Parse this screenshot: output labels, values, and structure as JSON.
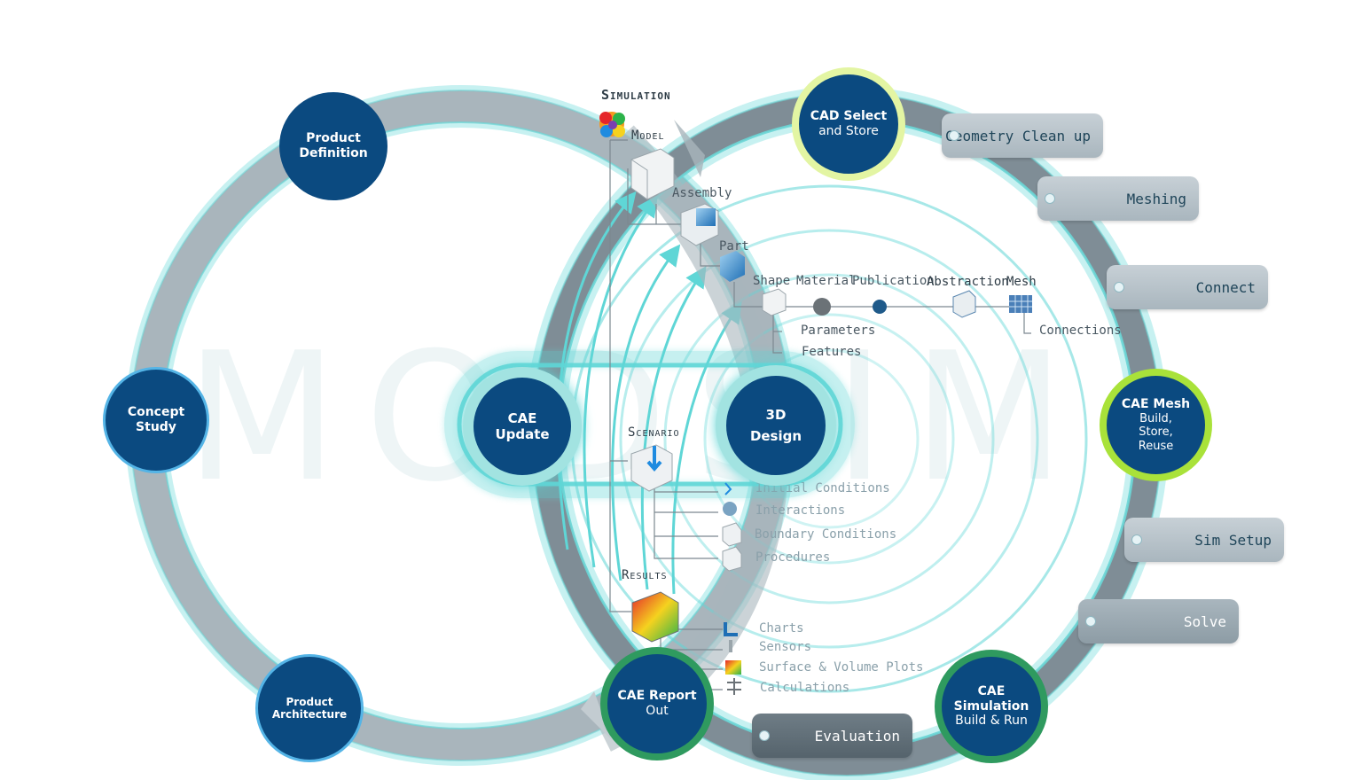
{
  "watermark": "MODSIM",
  "nodes": {
    "product_definition": [
      "Product",
      "Definition"
    ],
    "concept_study": [
      "Concept",
      "Study"
    ],
    "product_architecture": [
      "Product",
      "Architecture"
    ],
    "cae_update": [
      "CAE",
      "Update"
    ],
    "design_3d": [
      "3D",
      "Design"
    ],
    "cad_select": [
      "CAD Select",
      "and Store"
    ],
    "cae_mesh": [
      "CAE Mesh",
      "Build,",
      "Store,",
      "Reuse"
    ],
    "cae_simulation": [
      "CAE",
      "Simulation",
      "Build & Run"
    ],
    "cae_report": [
      "CAE Report",
      "Out"
    ]
  },
  "tabs": {
    "geometry": "Geometry Clean up",
    "meshing": "Meshing",
    "connect": "Connect",
    "sim_setup": "Sim Setup",
    "solve": "Solve",
    "evaluation": "Evaluation"
  },
  "tree": {
    "simulation": "Simulation",
    "model": "Model",
    "assembly": "Assembly",
    "part": "Part",
    "shape": "Shape",
    "material": "Material",
    "publication": "Publication",
    "abstraction": "Abstraction",
    "mesh": "Mesh",
    "parameters": "Parameters",
    "features": "Features",
    "connections": "Connections",
    "scenario": "Scenario",
    "initial_conditions": "Initial Conditions",
    "interactions": "Interactions",
    "boundary_conditions": "Boundary Conditions",
    "procedures": "Procedures",
    "results": "Results",
    "charts": "Charts",
    "sensors": "Sensors",
    "surface_volume_plots": "Surface & Volume Plots",
    "calculations": "Calculations"
  },
  "colors": {
    "node_fill": "#0b4a80",
    "ring_gray": "#a9b5bc",
    "glow_teal": "#5fd6d6",
    "ring_yellow_green": "#e3f5a3",
    "ring_lime": "#a9e23a",
    "ring_green": "#2f9a5f",
    "ring_light_blue": "#54b4e6"
  }
}
